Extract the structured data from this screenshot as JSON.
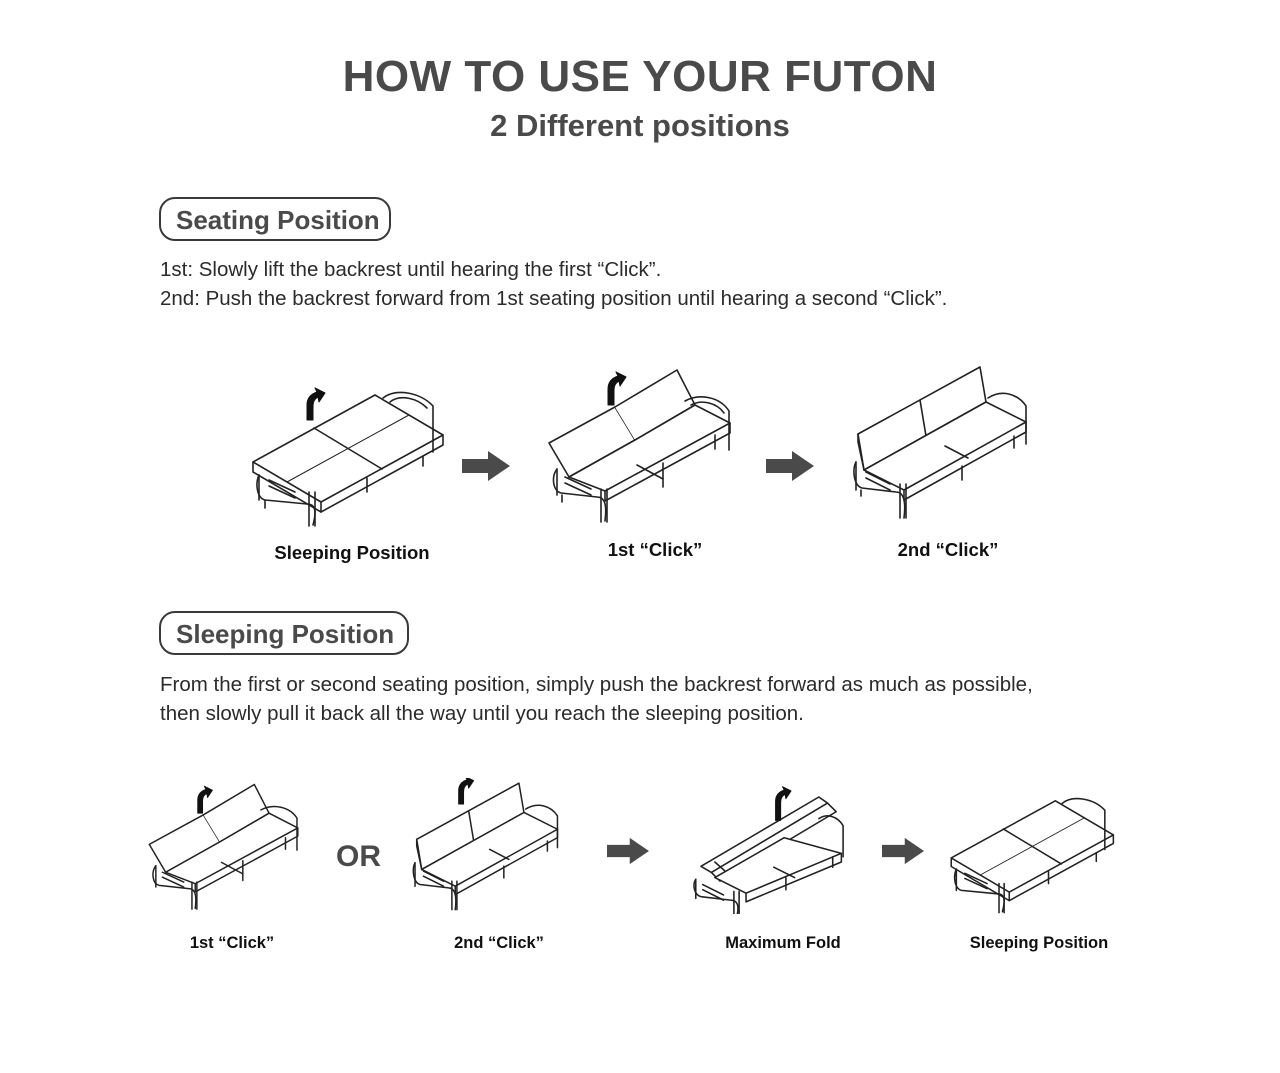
{
  "header": {
    "title": "HOW TO USE YOUR FUTON",
    "subtitle": "2 Different positions"
  },
  "seating": {
    "heading": "Seating Position",
    "lines": [
      "1st: Slowly lift the backrest until hearing the first “Click”.",
      "2nd: Push the backrest forward from 1st seating position until hearing a second “Click”."
    ],
    "steps": [
      {
        "caption": "Sleeping Position",
        "icon": "futon-flat-illustration"
      },
      {
        "caption": "1st “Click”",
        "icon": "futon-first-click-illustration"
      },
      {
        "caption": "2nd “Click”",
        "icon": "futon-second-click-illustration"
      }
    ]
  },
  "sleeping": {
    "heading": "Sleeping Position",
    "lines": [
      "From the first or second seating position, simply push the backrest forward as much as possible,",
      "then slowly pull it back all the way until you reach the sleeping position."
    ],
    "or_label": "OR",
    "steps": [
      {
        "caption": "1st “Click”",
        "icon": "futon-first-click-illustration"
      },
      {
        "caption": "2nd “Click”",
        "icon": "futon-second-click-illustration"
      },
      {
        "caption": "Maximum Fold",
        "icon": "futon-max-fold-illustration"
      },
      {
        "caption": "Sleeping Position",
        "icon": "futon-flat-illustration"
      }
    ]
  },
  "colors": {
    "text": "#3a3a3a",
    "arrow": "#4a4a4a",
    "line_art": "#222222"
  }
}
